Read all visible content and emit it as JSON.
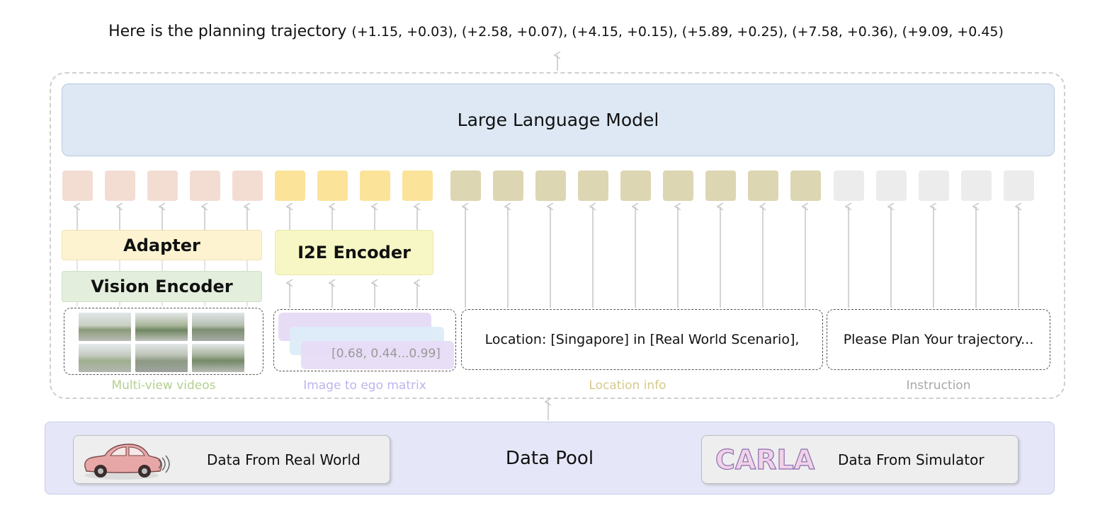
{
  "header": {
    "prefix": "Here is the planning trajectory",
    "trajectory": "(+1.15, +0.03), (+2.58, +0.07), (+4.15, +0.15), (+5.89, +0.25), (+7.58, +0.36), (+9.09, +0.45)"
  },
  "llm": {
    "label": "Large Language Model"
  },
  "encoders": {
    "adapter": "Adapter",
    "vision": "Vision Encoder",
    "i2e": "I2E Encoder"
  },
  "inputs": {
    "matrix_text": "[0.68, 0.44...0.99]",
    "location_text": "Location: [Singapore] in [Real World Scenario],",
    "instruction_text": "Please Plan Your trajectory..."
  },
  "captions": {
    "video": "Multi-view videos",
    "matrix": "Image to ego matrix",
    "location": "Location info",
    "instruction": "Instruction"
  },
  "pool": {
    "title": "Data Pool",
    "real": "Data From Real World",
    "sim": "Data From Simulator",
    "carla_logo": "CARLA"
  },
  "colors": {
    "video_tokens": "#f3ddd3",
    "i2e_tokens": "#fbe39a",
    "location_tokens": "#ddd6b2",
    "instruction_tokens": "#ececec",
    "llm_fill": "#dde8f4",
    "pool_fill": "#e5e7f8"
  }
}
